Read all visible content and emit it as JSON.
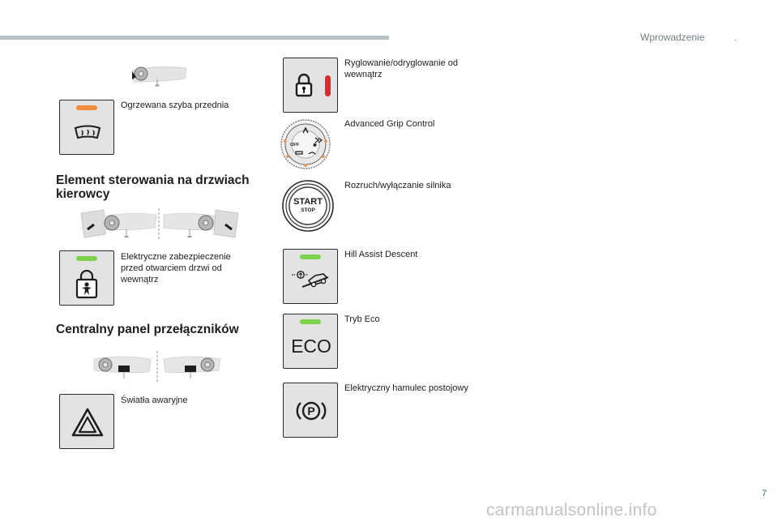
{
  "header": {
    "section": "Wprowadzenie",
    "marker": "."
  },
  "page_number": "7",
  "watermark": "carmanualsonline.info",
  "colors": {
    "led_orange": "#f28c3c",
    "led_green": "#7cd24a",
    "led_red": "#e0282e",
    "accent_bar": "#b7c2c4"
  },
  "left": {
    "windscreen": {
      "label": "Ogrzewana szyba przednia",
      "icon": "heated-windscreen-icon"
    },
    "door_heading": "Element sterowania na drzwiach kierowcy",
    "child_lock": {
      "label": "Elektryczne zabezpieczenie przed otwarciem drzwi od wewnątrz",
      "icon": "child-lock-icon"
    },
    "panel_heading": "Centralny panel przełączników",
    "hazard": {
      "label": "Światła awaryjne",
      "icon": "hazard-triangle-icon"
    }
  },
  "right": {
    "central_locking": {
      "label": "Ryglowanie/odryglowanie od wewnątrz",
      "icon": "padlock-icon"
    },
    "grip_control": {
      "label": "Advanced Grip Control",
      "icon": "grip-control-dial-icon",
      "dial_off": "OFF"
    },
    "start_stop": {
      "label": "Rozruch/wyłączanie silnika",
      "icon": "start-stop-button-icon",
      "line1": "START",
      "line2": "STOP"
    },
    "hill_descent": {
      "label": "Hill Assist Descent",
      "icon": "hill-descent-icon"
    },
    "eco": {
      "label": "Tryb Eco",
      "icon_text": "ECO"
    },
    "parking_brake": {
      "label": "Elektryczny hamulec postojowy",
      "icon": "parking-brake-icon",
      "icon_letter": "P"
    }
  }
}
